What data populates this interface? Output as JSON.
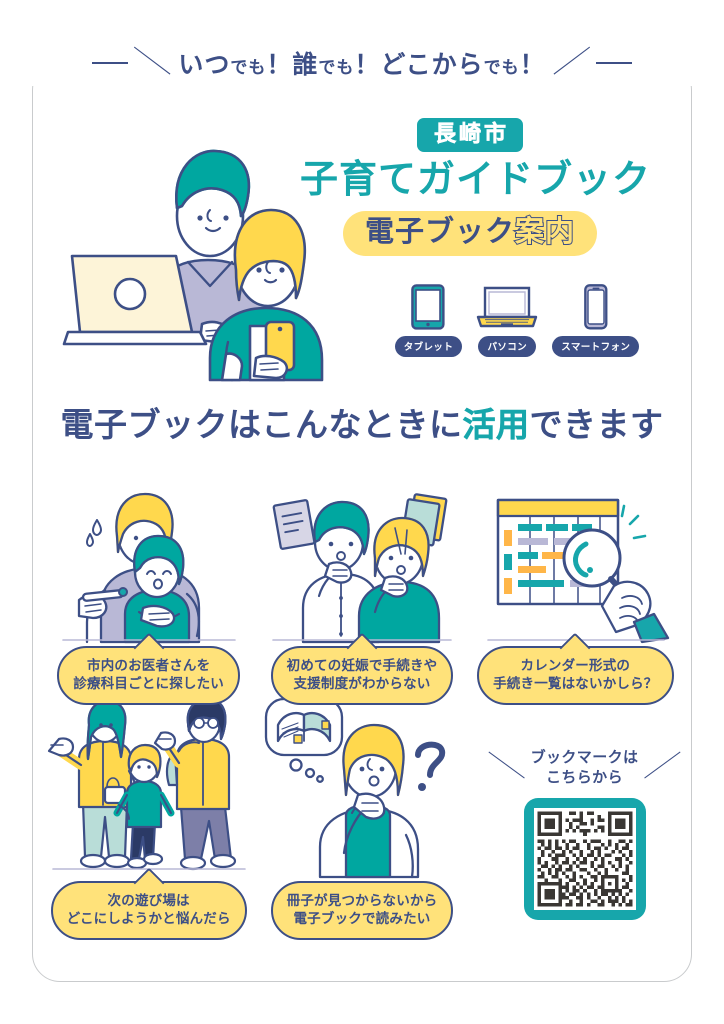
{
  "ribbon": {
    "segments": [
      {
        "text": "いつ",
        "size": "lg"
      },
      {
        "text": "でも",
        "size": "sm"
      },
      {
        "text": "！誰",
        "size": "lg"
      },
      {
        "text": "でも",
        "size": "sm"
      },
      {
        "text": "！どこから",
        "size": "lg"
      },
      {
        "text": "でも",
        "size": "sm"
      },
      {
        "text": "！",
        "size": "lg"
      }
    ],
    "full_text": "いつでも！誰でも！どこからでも！",
    "left_slash": "＼",
    "right_slash": "／"
  },
  "hero": {
    "city_badge": "長崎市",
    "main_title": "子育てガイドブック",
    "sub_pill_part1": "電子ブック",
    "sub_pill_part2": "案内",
    "illustration_name": "parent-with-laptop-and-woman-with-smartphone"
  },
  "devices": [
    {
      "label": "タブレット",
      "icon": "tablet-icon"
    },
    {
      "label": "パソコン",
      "icon": "laptop-icon"
    },
    {
      "label": "スマートフォン",
      "icon": "smartphone-icon"
    }
  ],
  "section": {
    "heading_before": "電子ブックはこんなときに",
    "heading_highlight": "活用",
    "heading_after": "できます"
  },
  "cards": [
    {
      "id": "doctor-search",
      "illustration": "mother-with-sick-child-and-thermometer",
      "line1": "市内のお医者さんを",
      "line2": "診療科目ごとに探したい"
    },
    {
      "id": "first-pregnancy",
      "illustration": "couple-thinking-with-documents",
      "line1": "初めての妊娠で手続きや",
      "line2": "支援制度がわからない"
    },
    {
      "id": "calendar-list",
      "illustration": "calendar-table-with-magnifier",
      "line1": "カレンダー形式の",
      "line2": "手続き一覧はないかしら？"
    },
    {
      "id": "playground",
      "illustration": "family-walking-outdoors",
      "line1": "次の遊び場は",
      "line2": "どこにしようかと悩んだら"
    },
    {
      "id": "read-ebook",
      "illustration": "woman-thinking-about-book",
      "line1": "冊子が見つからないから",
      "line2": "電子ブックで読みたい"
    }
  ],
  "bookmark": {
    "line1": "ブックマークは",
    "line2": "こちらから",
    "left_slash": "＼",
    "right_slash": "／",
    "qr_name": "qr-code"
  },
  "colors": {
    "navy": "#3d4f86",
    "teal": "#17a6ab",
    "green": "#00a7a0",
    "yellow": "#ffe27a",
    "lavender": "#b9b8d6",
    "mint": "#b9ddd8",
    "frame_gray": "#c9cbcd"
  }
}
